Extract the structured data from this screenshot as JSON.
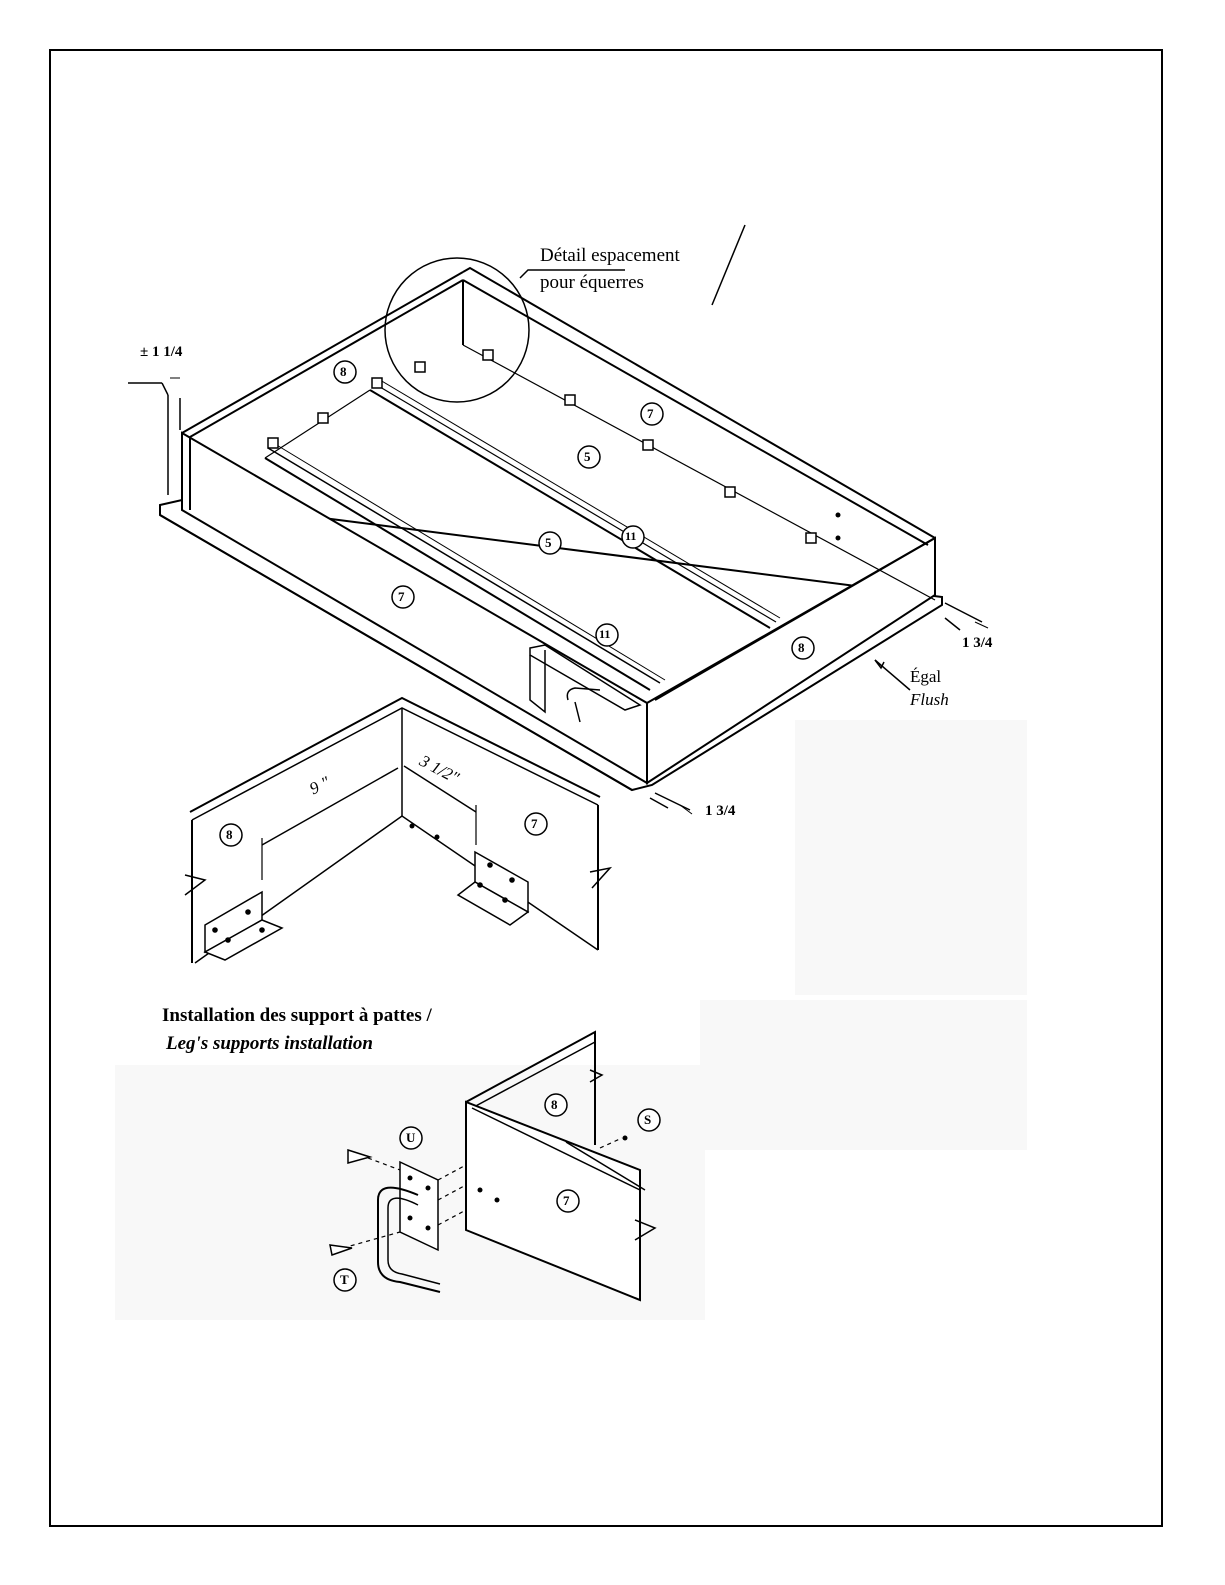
{
  "main_assembly": {
    "detail_label_line1": "Détail espacement",
    "detail_label_line2": "pour équerres",
    "dim_top_left": "± 1 1/4",
    "dim_right": "1 3/4",
    "dim_bottom": "1 3/4",
    "flush_fr": "Égal",
    "flush_en": "Flush",
    "callouts": {
      "c8_left": "8",
      "c7_back": "7",
      "c5_upper": "5",
      "c5_lower": "5",
      "c11_upper": "11",
      "c11_lower": "11",
      "c7_front": "7",
      "c8_right": "8"
    }
  },
  "detail_view": {
    "dim_9": "9 \"",
    "dim_3_1_2": "3 1/2\"",
    "c8": "8",
    "c7": "7"
  },
  "leg_support": {
    "title_fr": "Installation des support à pattes /",
    "title_en": "Leg's supports installation",
    "c8": "8",
    "cS": "S",
    "cU": "U",
    "c7": "7",
    "cT": "T"
  },
  "colors": {
    "line": "#000000",
    "paper": "#ffffff",
    "shade": "#f7f7f7"
  }
}
